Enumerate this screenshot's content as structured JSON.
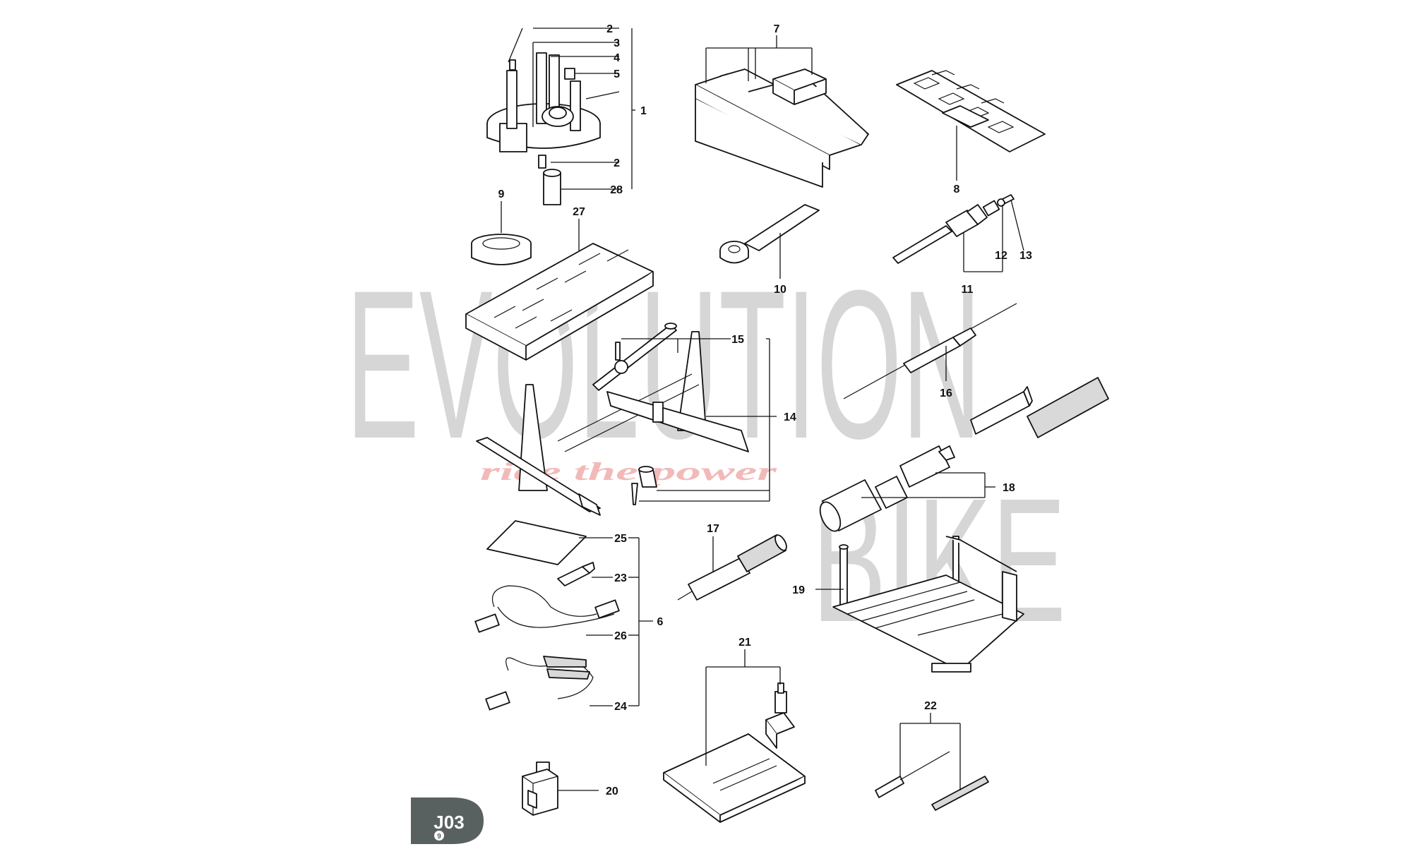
{
  "page": {
    "code": "J03",
    "sub": "9"
  },
  "watermark": {
    "line1": "EVOLUTION",
    "line2": "BIKE",
    "tagline": "ride the power"
  },
  "callouts": [
    "2",
    "3",
    "4",
    "5",
    "1",
    "2",
    "28",
    "7",
    "8",
    "9",
    "27",
    "10",
    "11",
    "12",
    "13",
    "15",
    "14",
    "16",
    "18",
    "25",
    "23",
    "6",
    "26",
    "24",
    "17",
    "19",
    "21",
    "22",
    "20"
  ],
  "colors": {
    "badge": "#596060",
    "ink": "#111111",
    "watermark": "#d6d6d6",
    "tagline": "#f2b9b9"
  }
}
